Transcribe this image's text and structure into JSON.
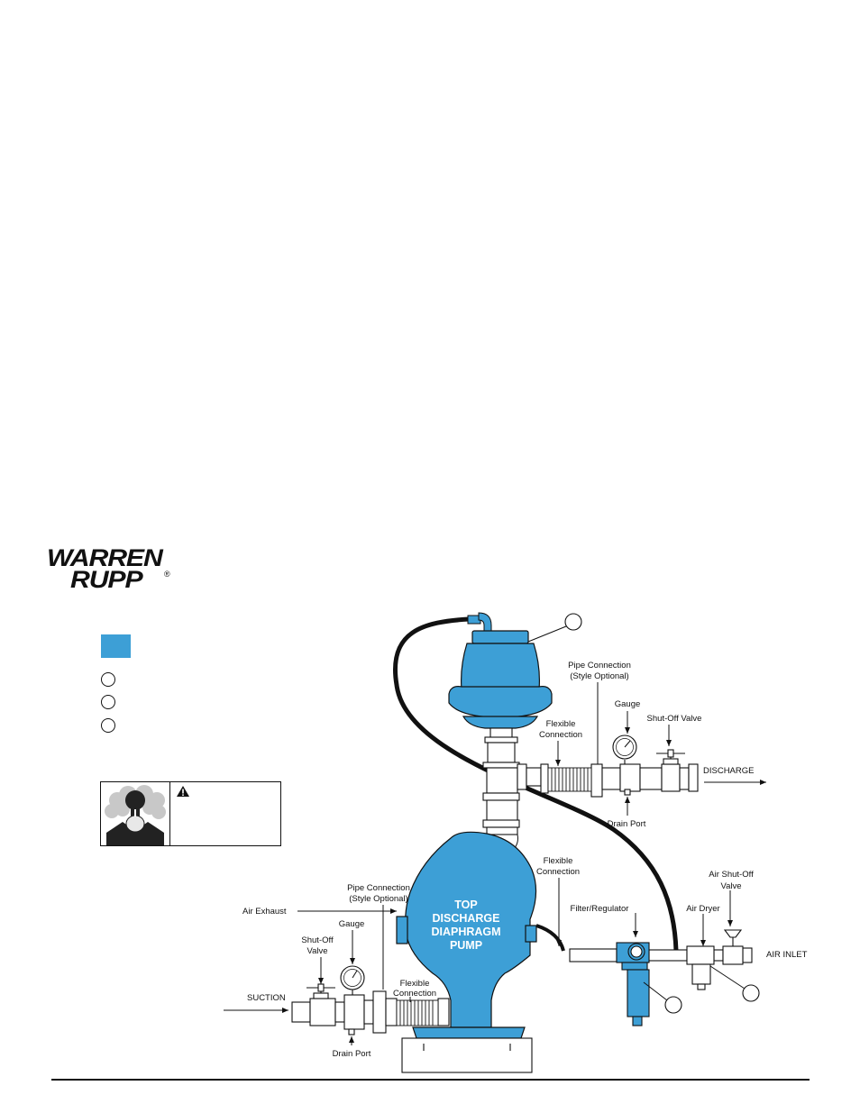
{
  "logo": {
    "line1": "WARREN",
    "line2": "RUPP",
    "registered": "®"
  },
  "colors": {
    "pump_blue": "#3d9fd6",
    "line": "#111111"
  },
  "warning_icon": "warning-triangle-icon",
  "labels": {
    "pipe_connection_top_1": "Pipe Connection",
    "pipe_connection_top_2": "(Style Optional)",
    "gauge_top": "Gauge",
    "shutoff_valve_top": "Shut-Off Valve",
    "flexible_top_1": "Flexible",
    "flexible_top_2": "Connection",
    "discharge": "DISCHARGE",
    "drain_port_top": "Drain Port",
    "flexible_right_1": "Flexible",
    "flexible_right_2": "Connection",
    "air_shutoff_1": "Air Shut-Off",
    "air_shutoff_2": "Valve",
    "filter_regulator": "Filter/Regulator",
    "air_dryer": "Air Dryer",
    "air_inlet": "AIR INLET",
    "pipe_connection_left_1": "Pipe Connection",
    "pipe_connection_left_2": "(Style Optional)",
    "air_exhaust": "Air Exhaust",
    "gauge_left": "Gauge",
    "shutoff_left_1": "Shut-Off",
    "shutoff_left_2": "Valve",
    "suction": "SUCTION",
    "flexible_bottom_1": "Flexible",
    "flexible_bottom_2": "Connection",
    "drain_port_bottom": "Drain Port",
    "pump_1": "TOP",
    "pump_2": "DISCHARGE",
    "pump_3": "DIAPHRAGM",
    "pump_4": "PUMP"
  }
}
